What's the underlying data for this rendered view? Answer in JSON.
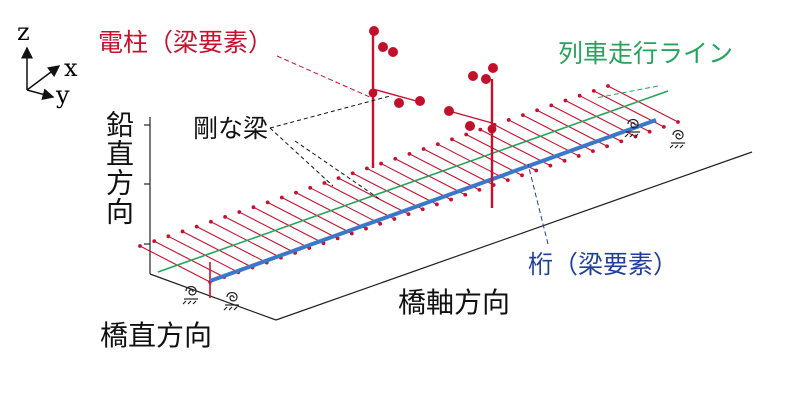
{
  "labels": {
    "pole": "電柱（梁要素）",
    "train_line": "列車走行ライン",
    "rigid_beam": "剛な梁",
    "girder": "桁（梁要素）",
    "bridge_axial": "橋軸方向",
    "bridge_transverse": "橋直方向",
    "vertical": "鉛直方向"
  },
  "axes": {
    "z": "z",
    "x": "x",
    "y": "y"
  },
  "colors": {
    "crossbeam": "#c8102e",
    "girder": "#3a78c9",
    "rail": "#27a35b",
    "pole_label": "#c8102e",
    "rail_label": "#27a35b",
    "girder_label": "#1f3e9e",
    "frame": "#222222",
    "text": "#111111"
  },
  "icons": {
    "support_spring": "spring-support-icon",
    "axes": "axis-triad-icon"
  }
}
